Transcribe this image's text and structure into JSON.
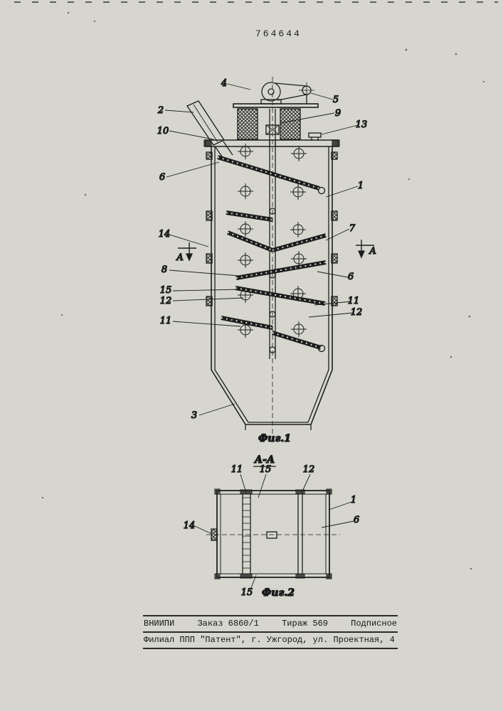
{
  "page": {
    "patent_number": "764644"
  },
  "fig1": {
    "caption": "Фиг.1",
    "labels": [
      "4",
      "5",
      "2",
      "9",
      "10",
      "13",
      "6",
      "1",
      "14",
      "7",
      "8",
      "6",
      "15",
      "12",
      "11",
      "12",
      "11",
      "3"
    ],
    "section_letter_left": "А",
    "section_letter_right": "А"
  },
  "fig2": {
    "caption": "Фиг.2",
    "section_title": "А-А",
    "labels": [
      "11",
      "15",
      "12",
      "1",
      "6",
      "14",
      "15"
    ]
  },
  "footer": {
    "org": "ВНИИПИ",
    "order": "Заказ 6860/1",
    "circulation": "Тираж 569",
    "subscription": "Подписное",
    "line2": "Филиал ППП \"Патент\", г. Ужгород, ул. Проектная, 4"
  }
}
